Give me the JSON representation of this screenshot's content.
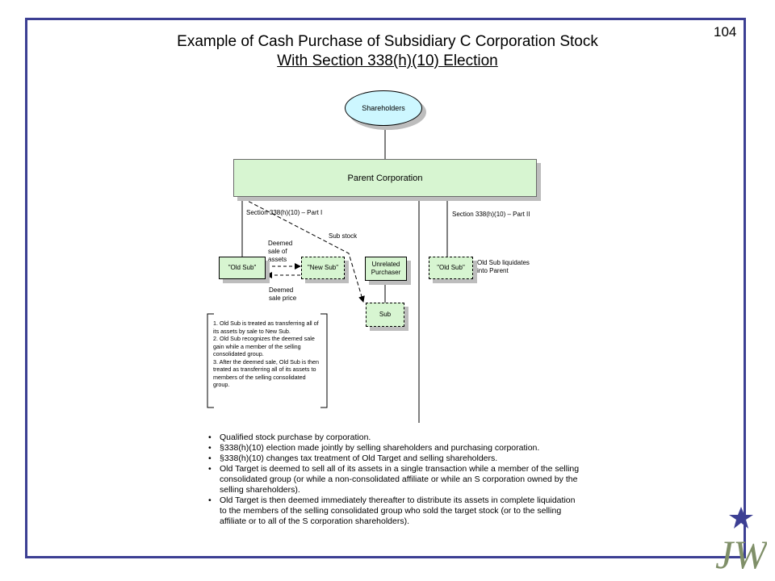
{
  "page_number": "104",
  "title": {
    "line1": "Example of Cash Purchase of Subsidiary C Corporation Stock",
    "line2": "With Section 338(h)(10) Election"
  },
  "diagram": {
    "shareholders": "Shareholders",
    "parent": "Parent Corporation",
    "part1_label": "Section 338(h)(10) – Part I",
    "part2_label": "Section 338(h)(10) – Part II",
    "sub_stock_label": "Sub stock",
    "deemed_sale_assets_label": "Deemed sale of assets",
    "deemed_sale_price_label": "Deemed sale price",
    "old_sub_left": "\"Old Sub\"",
    "new_sub": "\"New Sub\"",
    "unrelated_purchaser": "Unrelated Purchaser",
    "sub": "Sub",
    "old_sub_right": "\"Old Sub\"",
    "liquidates_label": "Old Sub liquidates into Parent",
    "notes": [
      "1.  Old Sub is treated as transferring all of its assets by sale to New Sub.",
      "2.  Old Sub recognizes the deemed sale gain while a member of the selling consolidated group.",
      "3.  After the deemed sale, Old Sub is then treated as transferring all of its assets to members of the selling consolidated group."
    ]
  },
  "bullets": [
    "Qualified stock purchase by corporation.",
    "§338(h)(10) election made jointly by selling shareholders and purchasing corporation.",
    "§338(h)(10) changes tax treatment of Old Target and selling shareholders.",
    "Old Target is deemed to sell all of its assets in a single transaction while a member of the selling consolidated group (or while a non-consolidated affiliate or while an S corporation owned by the selling shareholders).",
    "Old Target is then deemed immediately thereafter to distribute its assets in complete liquidation to the members of the selling consolidated group who sold the target stock (or to the selling affiliate or to all of the S corporation shareholders)."
  ],
  "colors": {
    "frame": "#3c3f93",
    "box_fill": "#d7f5d1",
    "ellipse_fill": "#cdf7ff"
  },
  "logo": {
    "icon": "jw-star-logo",
    "text": "JW"
  }
}
